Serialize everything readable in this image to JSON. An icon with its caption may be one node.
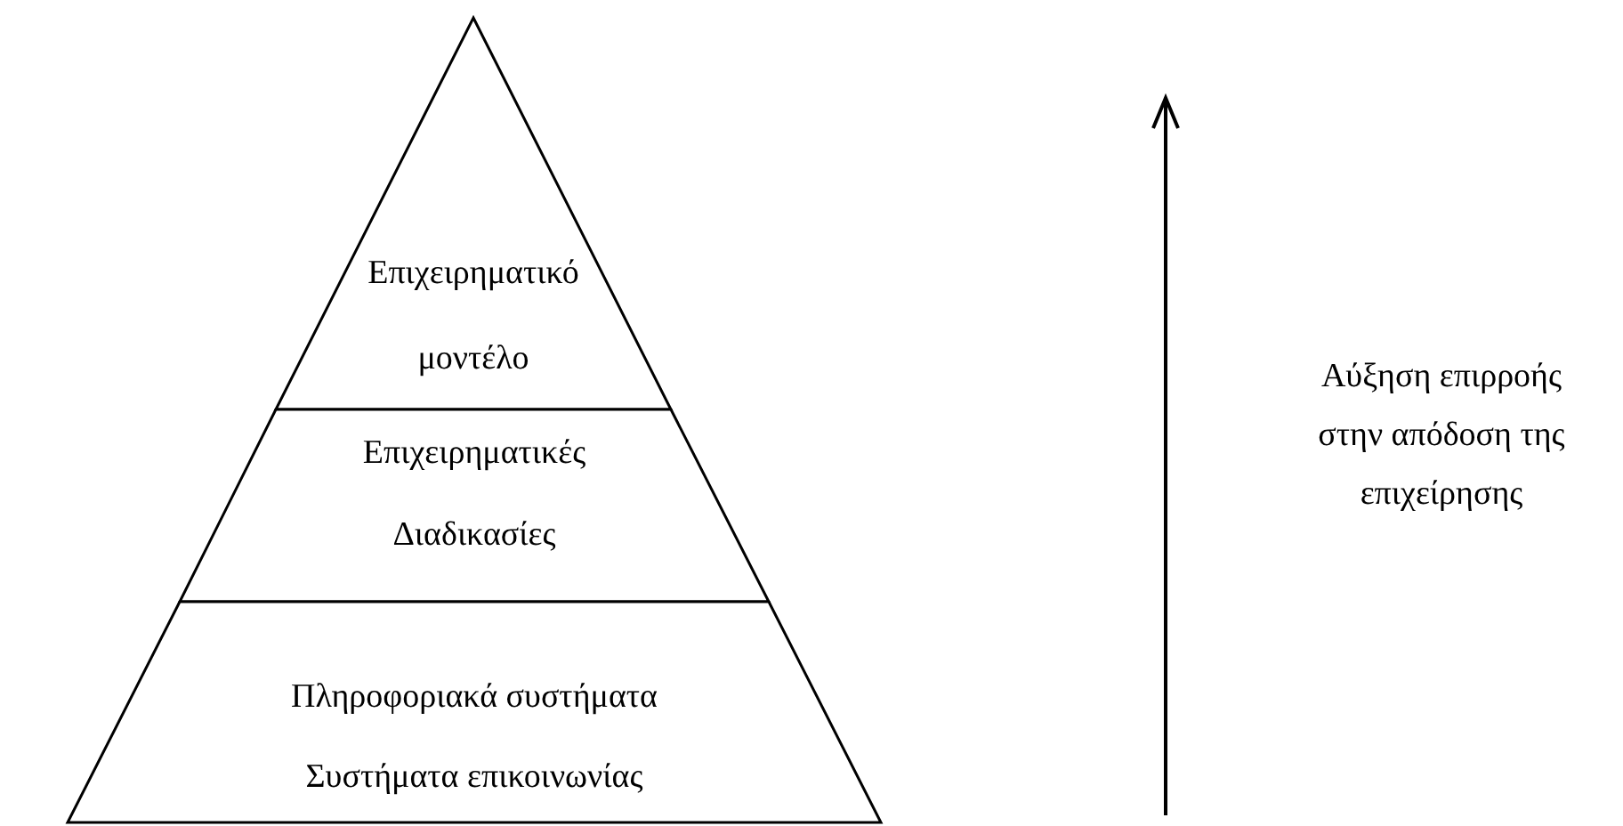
{
  "diagram": {
    "nodes": [
      {
        "text": [
          "Επιχειρηματικό μοντέλο"
        ]
      },
      {
        "text": [
          "Επιχειρηματικές Διαδικασίες"
        ]
      },
      {
        "text": [
          "Πληροφοριακά συστήματα",
          "Συστήματα επικοινωνίας"
        ]
      }
    ],
    "labels": [
      "Αύξηση επιρροής στην απόδοση της επιχείρησης"
    ]
  }
}
